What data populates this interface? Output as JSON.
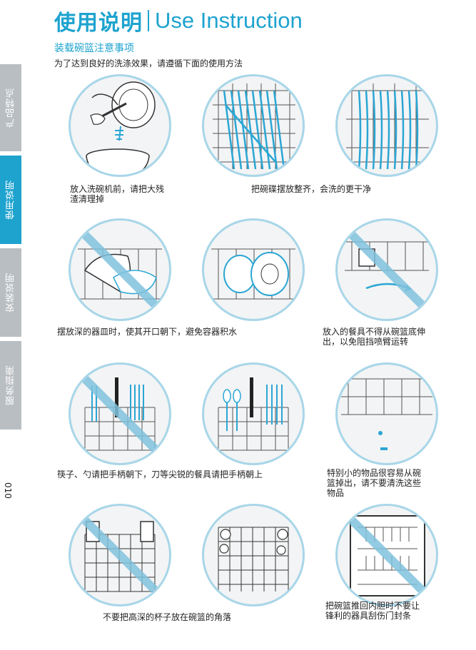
{
  "header": {
    "title_cn": "使用说明",
    "title_en": "Use Instruction",
    "subtitle": "装载碗篮注意事项",
    "intro": "为了达到良好的洗涤效果，请遵循下面的使用方法"
  },
  "sidebar": {
    "tabs": [
      {
        "label": "产品特点",
        "active": false
      },
      {
        "label": "使用说明",
        "active": true
      },
      {
        "label": "安装说明",
        "active": false
      },
      {
        "label": "服务指南",
        "active": false
      }
    ]
  },
  "page_number": "010",
  "captions": {
    "scrape": "放入洗碗机前，请把大残\n渣清理掉",
    "arrange": "把碗碟摆放整齐，会洗的更干净",
    "deep": "摆放深的器皿时，使其开口朝下，避免容器积水",
    "protrude": "放入的餐具不得从碗篮底伸\n出，以免阻挡喷臂运转",
    "cutlery": "筷子、勺请把手柄朝下，刀等尖锐的餐具请把手柄朝上",
    "small": "特别小的物品很容易从碗\n篮掉出，请不要清洗这些\n物品",
    "cups": "不要把高深的杯子放在碗篮的角落",
    "door": "把碗篮推回内胆时不要让\n锋利的器具刮伤门封条"
  },
  "illustrations": [
    {
      "name": "scrape-leftovers-illustration",
      "prohibited": false
    },
    {
      "name": "plates-arranged-illustration",
      "prohibited": false
    },
    {
      "name": "plates-aligned-illustration",
      "prohibited": false
    },
    {
      "name": "bowls-open-up-illustration",
      "prohibited": true
    },
    {
      "name": "bowls-open-down-illustration",
      "prohibited": false
    },
    {
      "name": "item-below-basket-illustration",
      "prohibited": true
    },
    {
      "name": "cutlery-wrong-illustration",
      "prohibited": true
    },
    {
      "name": "cutlery-correct-illustration",
      "prohibited": false
    },
    {
      "name": "small-items-falling-illustration",
      "prohibited": false
    },
    {
      "name": "cups-in-corner-illustration",
      "prohibited": true
    },
    {
      "name": "cups-in-basket-illustration",
      "prohibited": false
    },
    {
      "name": "door-seal-scratch-illustration",
      "prohibited": true
    }
  ],
  "colors": {
    "accent": "#1ea3cf",
    "tab_inactive": "#b9bec2",
    "circle_border": "#a8d6e8",
    "prohibit": "#7fc2dd"
  }
}
